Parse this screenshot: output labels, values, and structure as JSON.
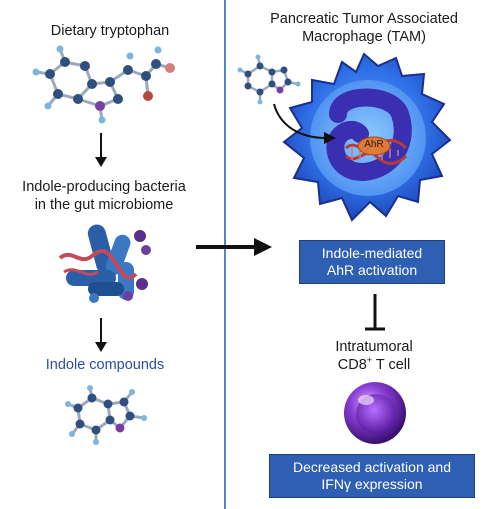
{
  "left": {
    "dietary_label": "Dietary tryptophan",
    "bacteria_label_line1": "Indole-producing bacteria",
    "bacteria_label_line2": "in the gut microbiome",
    "indole_label": "Indole compounds"
  },
  "right": {
    "tam_line1": "Pancreatic Tumor Associated",
    "tam_line2": "Macrophage (TAM)",
    "ahr_label": "AhR",
    "indole_box_line1": "Indole-mediated",
    "indole_box_line2": "AhR activation",
    "cd8_line1": "Intratumoral",
    "cd8_line2_pre": "CD8",
    "cd8_sup": "+",
    "cd8_line2_post": " T cell",
    "decreased_box_line1": "Decreased activation and",
    "decreased_box_line2": "IFNγ expression"
  },
  "colors": {
    "divider": "#4f86c6",
    "box_fill": "#2f5fb3",
    "label_blue": "#2b4f9e",
    "macrophage": "#2f4fd6",
    "nucleus": "#3a2fb0",
    "tcell": "#7a2fc0",
    "ahr": "#e07a3a"
  }
}
